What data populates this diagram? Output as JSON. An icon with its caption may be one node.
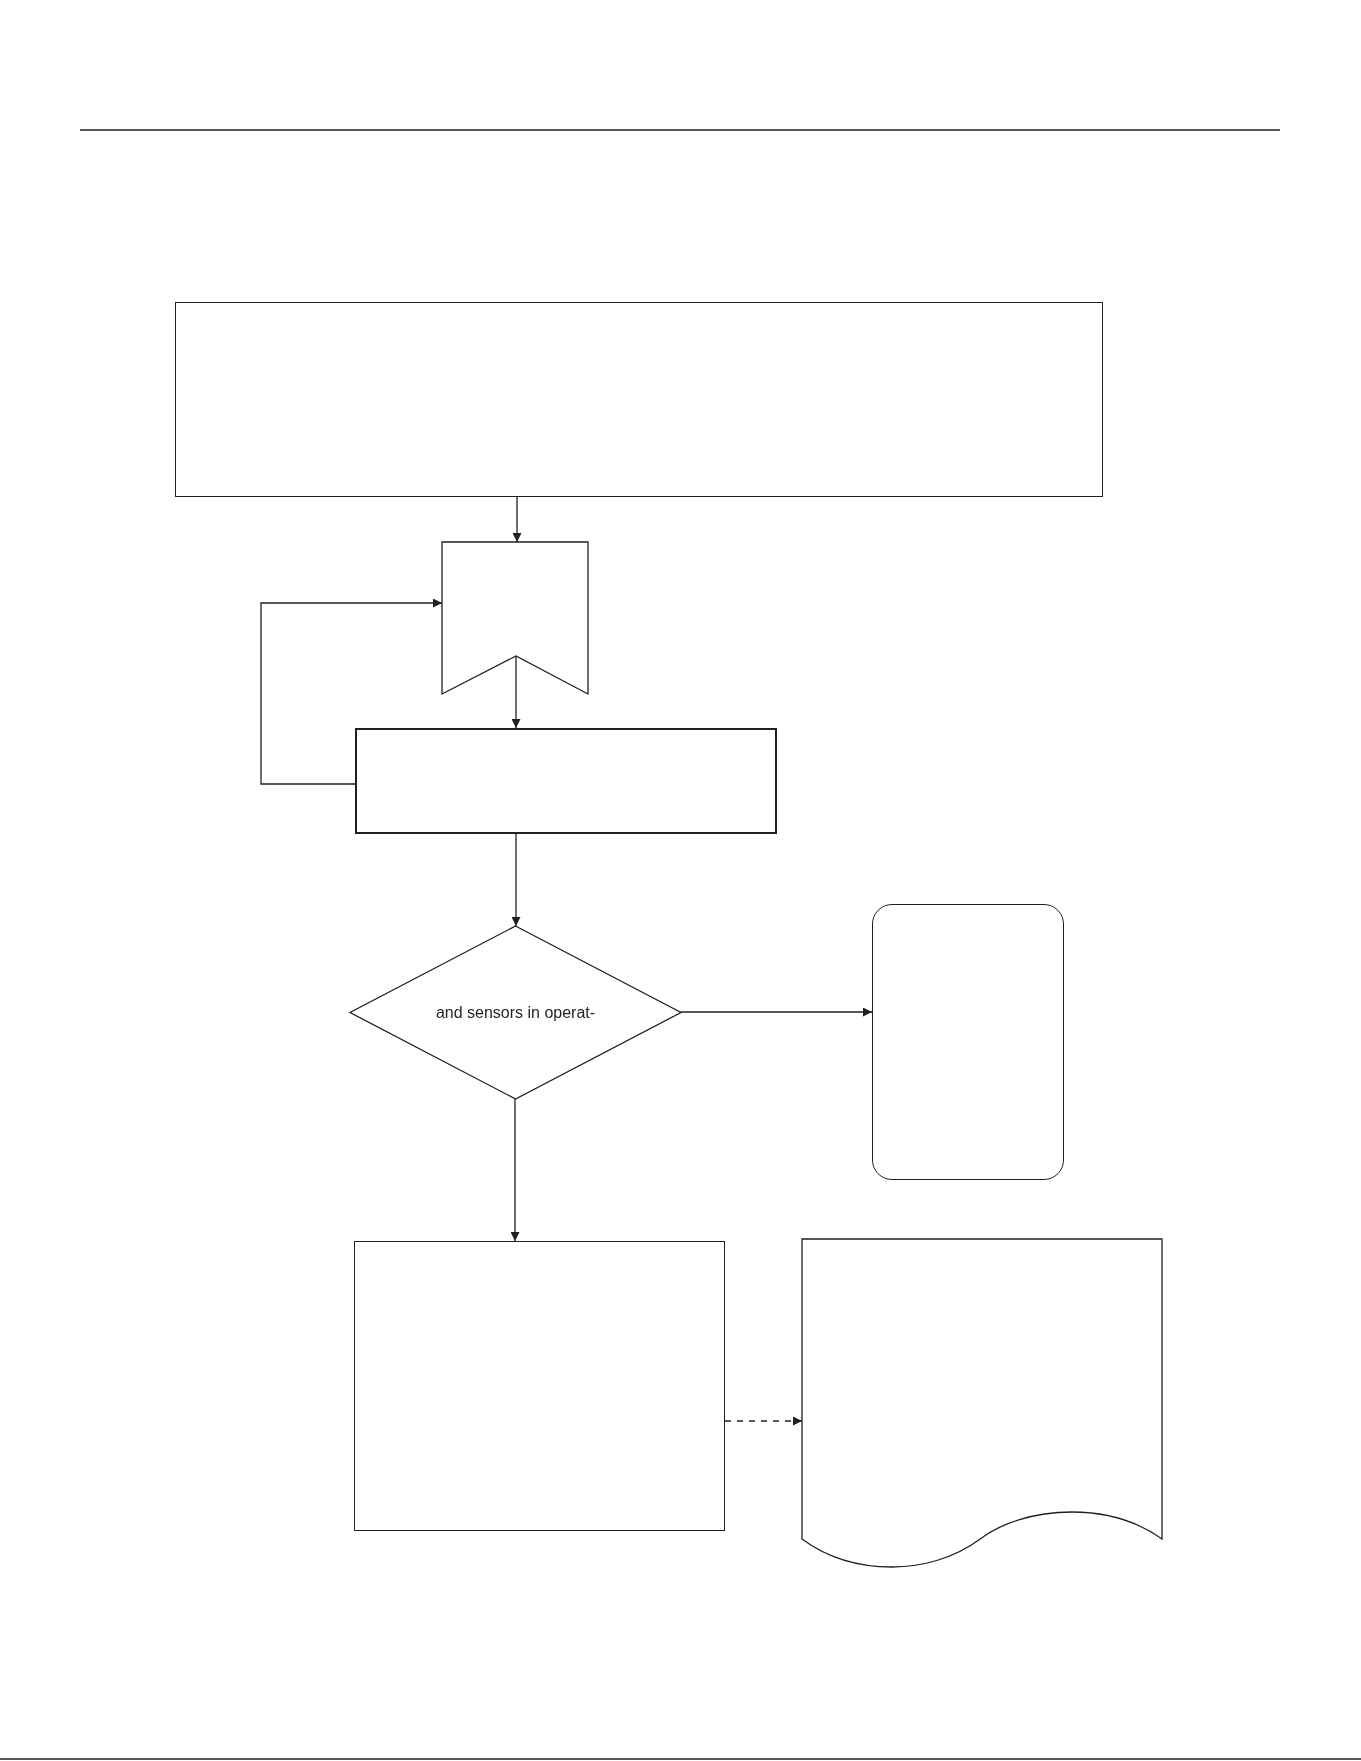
{
  "diagram": {
    "nodes": [
      {
        "text": [],
        "shape": "box"
      },
      {
        "text": [],
        "shape": "banner"
      },
      {
        "text": [],
        "shape": "box"
      },
      {
        "text": [
          "and sensors in operat-"
        ]
      },
      {
        "text": [],
        "shape": "box"
      },
      {
        "text": [],
        "shape": "box"
      },
      {
        "text": [],
        "shape": "document"
      }
    ],
    "edges": [
      {
        "from": 0,
        "to": 1,
        "arrow": "to"
      },
      {
        "from": 1,
        "to": 2,
        "arrow": "to"
      },
      {
        "from": 2,
        "to": 1,
        "arrow": "to"
      },
      {
        "from": 2,
        "to": 3,
        "arrow": "to"
      },
      {
        "from": 3,
        "to": 4,
        "arrow": "to"
      },
      {
        "from": 3,
        "to": 5,
        "arrow": "to"
      },
      {
        "from": 5,
        "to": 6,
        "arrow": "to",
        "style": "dashed"
      }
    ]
  }
}
